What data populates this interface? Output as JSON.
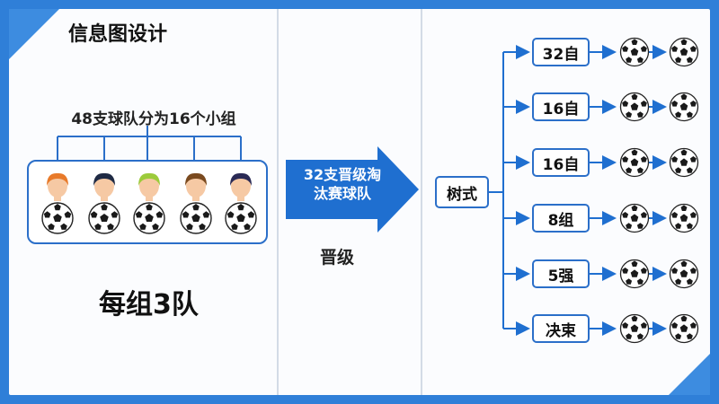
{
  "title": "信息图设计",
  "group_stage": {
    "label": "48支球队分为16个小组",
    "summary": "每组3队",
    "team_hair_colors": [
      "#e87a2a",
      "#1f2a44",
      "#9ccb3b",
      "#7a4a1f",
      "#2a2a55"
    ]
  },
  "qualification": {
    "arrow_text_line1": "32支晋级淘",
    "arrow_text_line2": "汰赛球队",
    "label": "晋级"
  },
  "bracket": {
    "root": "树式",
    "stages": [
      "32自",
      "16自",
      "16自",
      "8组",
      "5强",
      "决束"
    ]
  },
  "colors": {
    "accent": "#2f7fd8",
    "line": "#2b6fc9",
    "arrow": "#1f6fd0"
  }
}
